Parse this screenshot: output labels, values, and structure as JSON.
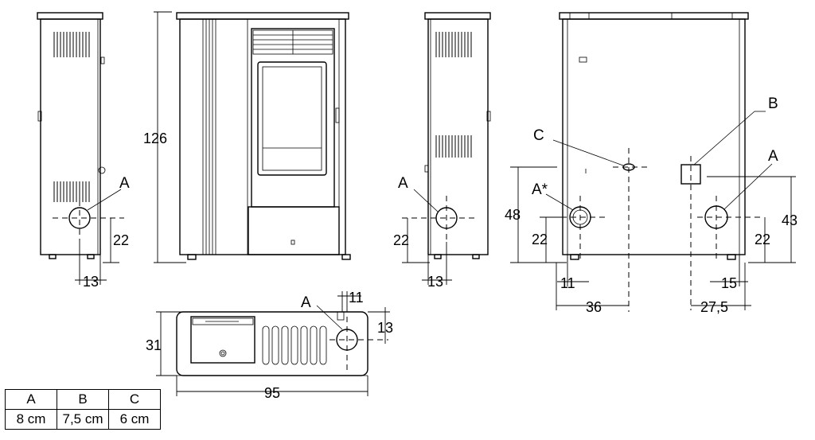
{
  "dimensions": {
    "height_total": "126",
    "left_side_a_height": "22",
    "left_side_a_offset": "13",
    "right_side_a_height": "22",
    "right_side_a_offset": "13",
    "rear_height_48": "48",
    "rear_height_43": "43",
    "rear_a_star_height": "22",
    "rear_a_height": "22",
    "rear_a_star_offset": "11",
    "rear_a_offset": "15",
    "rear_c_offset": "36",
    "rear_b_offset": "27,5",
    "top_depth": "31",
    "top_width": "95",
    "top_a_offset_x": "11",
    "top_a_offset_y": "13"
  },
  "labels": {
    "a_left": "A",
    "a_right": "A",
    "a_star": "A*",
    "c_rear": "C",
    "b_rear": "B",
    "a_rear": "A",
    "a_top": "A"
  },
  "legend": {
    "headers": [
      "A",
      "B",
      "C"
    ],
    "values": [
      "8 cm",
      "7,5 cm",
      "6 cm"
    ]
  }
}
